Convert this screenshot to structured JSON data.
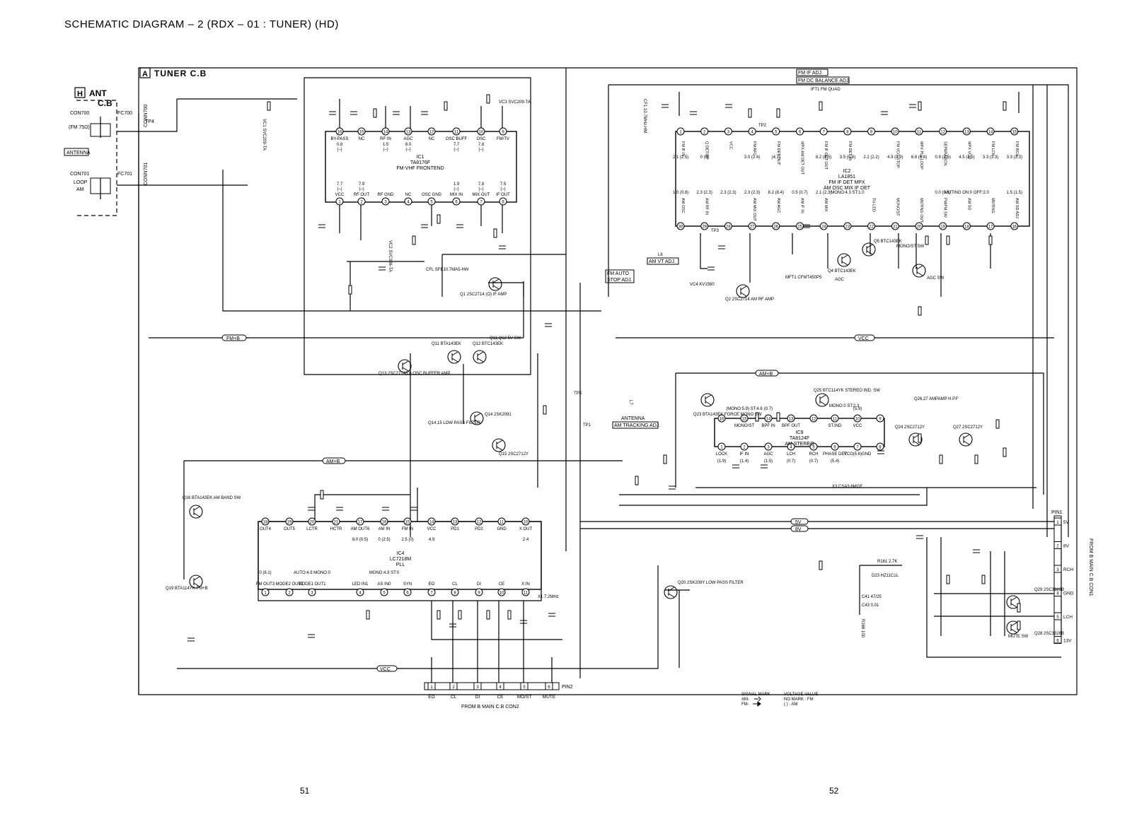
{
  "title": "SCHEMATIC DIAGRAM – 2 (RDX – 01 : TUNER) (HD)",
  "board_a": {
    "tag": "A",
    "name": "TUNER C.B"
  },
  "board_h": {
    "tag": "H",
    "name1": "ANT",
    "name2": "C.B"
  },
  "antenna": {
    "con700": "CON700",
    "fm75": "(FM 75Ω)",
    "antenna_label": "ANTENNA",
    "con701": "CON701",
    "loop": "LOOP",
    "am": "AM",
    "fc700": "FC700",
    "fc701": "FC701",
    "conn700": "CONN700",
    "conn701": "CONN701",
    "tp4": "TP4"
  },
  "ic1": {
    "ref": "IC1",
    "part": "TA8176F",
    "desc": "FM-VHF FRONTEND",
    "top_pins": [
      {
        "num": "16",
        "name": "BY-PASS",
        "v": "0.8",
        "v2": "(–)"
      },
      {
        "num": "15",
        "name": "NC",
        "v": "",
        "v2": ""
      },
      {
        "num": "14",
        "name": "RF IN",
        "v": "1.5",
        "v2": "(–)"
      },
      {
        "num": "13",
        "name": "AGC",
        "v": "8.0",
        "v2": "(–)"
      },
      {
        "num": "12",
        "name": "NC",
        "v": "",
        "v2": ""
      },
      {
        "num": "11",
        "name": "OSC BUFF",
        "v": "7.7",
        "v2": "(–)"
      },
      {
        "num": "10",
        "name": "OSC",
        "v": "7.8",
        "v2": "(–)"
      },
      {
        "num": "9",
        "name": "FM/TV",
        "v": "",
        "v2": ""
      }
    ],
    "bottom_pins": [
      {
        "num": "1",
        "name": "VCC",
        "v": "7.7",
        "v2": "(–)"
      },
      {
        "num": "2",
        "name": "RF OUT",
        "v": "7.9",
        "v2": "(–)"
      },
      {
        "num": "3",
        "name": "RF GND",
        "v": "",
        "v2": ""
      },
      {
        "num": "4",
        "name": "NC",
        "v": "",
        "v2": ""
      },
      {
        "num": "5",
        "name": "OSC GND",
        "v": "",
        "v2": ""
      },
      {
        "num": "6",
        "name": "MIX IN",
        "v": "1.9",
        "v2": "(–)"
      },
      {
        "num": "7",
        "name": "MIX OUT",
        "v": "7.8",
        "v2": "(–)"
      },
      {
        "num": "8",
        "name": "IF OUT",
        "v": "7.5",
        "v2": "(–)"
      }
    ]
  },
  "ic2": {
    "ref": "IC2",
    "part": "LA1851",
    "desc1": "FM IF DET MPX",
    "desc2": "AM OSC MIX IF DET",
    "top_pins": [
      "1",
      "2",
      "3",
      "4",
      "5",
      "6",
      "7",
      "8",
      "9",
      "10",
      "11",
      "12",
      "13",
      "14",
      "15"
    ],
    "bottom_pins": [
      "30",
      "29",
      "28",
      "27",
      "26",
      "25",
      "24",
      "23",
      "22",
      "21",
      "20",
      "19",
      "18",
      "17",
      "16"
    ],
    "top_names": [
      "FM IF IN",
      "Q DET/RF",
      "VCC",
      "FM AFC",
      "FM DET OUT",
      "MPX AM DET OUT",
      "FM IF DET OUT",
      "FM DET IN",
      "",
      "FM VCO STOP",
      "MPX PLL LOOP",
      "SEPARATION",
      "MPX VCO",
      "FM LCH",
      "FM RCH"
    ],
    "bottom_names": [
      "AM OSC",
      "AM RF IN",
      "",
      "AM MIX OUT",
      "AM AGC",
      "AM IF IN",
      "AM MIX",
      "",
      "TU-LED",
      "MONO/ST",
      "MUTING OUT",
      "FM/FM SW",
      "AM SD",
      "MUTING",
      "AM SD ADJ"
    ],
    "top_volts": [
      "2.1 (2.5)",
      "0 (0)",
      "",
      "3.0 (2.4)",
      "(4.7)",
      "",
      "8.2 (8.5)",
      "3.5 (0.8)",
      "2.2 (2.2)",
      "4.9 (4.9)",
      "6.8 (6.8)",
      "0.9 (2.5)",
      "4.5 (4.5)",
      "3.3 (3.3)",
      "3.3 (3.3)"
    ],
    "bottom_volts": [
      "1.0 (0.8)",
      "2.3 (2.3)",
      "2.3 (2.3)",
      "2.3 (2.3)",
      "8.2 (8.4)",
      "0.5 (0.7)",
      "2.1 (2.3)",
      "MONO:4.3 ST:1.0",
      "",
      "",
      "",
      "0.0 (0.5)",
      "MUTING ON:0 OFF:2.0",
      "",
      "1.5 (1.5)"
    ]
  },
  "ic4": {
    "ref": "IC4",
    "part": "LC7218M",
    "desc": "PLL",
    "top_pins": [
      {
        "num": "18",
        "name": "OUT4"
      },
      {
        "num": "19",
        "name": "OUT5"
      },
      {
        "num": "20",
        "name": "LCTR"
      },
      {
        "num": "21",
        "name": "HCTR"
      },
      {
        "num": "17",
        "name": "AM OUT6",
        "v": "8.0 (0.5)"
      },
      {
        "num": "16",
        "name": "AM IN",
        "v": "0 (2.5)"
      },
      {
        "num": "15",
        "name": "FM IN",
        "v": "2.5 (0)"
      },
      {
        "num": "14",
        "name": "VCC",
        "v": "4.9"
      },
      {
        "num": "13",
        "name": "PD1"
      },
      {
        "num": "12",
        "name": "PD2"
      },
      {
        "num": "11",
        "name": "GND"
      },
      {
        "num": "10",
        "name": "X OUT",
        "v": "2.4"
      }
    ],
    "bottom_pins": [
      {
        "num": "1",
        "name": "FM OUT3",
        "v": "0 (8.1)"
      },
      {
        "num": "2",
        "name": "MODE2 OUT2"
      },
      {
        "num": "3",
        "name": "MODE1 OUT1",
        "v": "AUTO:4.9 MONO:0"
      },
      {
        "num": "4",
        "name": "LED IN1"
      },
      {
        "num": "5",
        "name": "AS IN0",
        "v": "MONO:4.9 ST:0"
      },
      {
        "num": "6",
        "name": "SYN"
      },
      {
        "num": "7",
        "name": "EO"
      },
      {
        "num": "8",
        "name": "CL"
      },
      {
        "num": "9",
        "name": "DI"
      },
      {
        "num": "10",
        "name": "CE"
      },
      {
        "num": "11",
        "name": "X IN"
      }
    ]
  },
  "ic9": {
    "ref": "IC9",
    "part": "TA8124F",
    "desc": "AM STEREO",
    "top_pins": [
      "16",
      "15",
      "14",
      "13",
      "12",
      "11",
      "10",
      "9"
    ],
    "bottom_pins": [
      "1",
      "2",
      "3",
      "4",
      "5",
      "6",
      "7",
      "8"
    ],
    "top_names": [
      "",
      "MONO/ST",
      "BPF IN",
      "BPF OUT",
      "",
      "ST.IND",
      "VCC",
      ""
    ],
    "bottom_names": [
      "LOCK",
      "IF IN",
      "AGC",
      "LCH",
      "RCH",
      "PHASE DET",
      "VCO(5.6)GND",
      ""
    ],
    "top_volts": [
      "",
      "(MONO:5.9) ST:4.6",
      "(0.7)",
      "",
      "",
      "",
      "(5.9)",
      ""
    ],
    "bottom_volts": [
      "(1.9)",
      "(1.4)",
      "(1.5)",
      "(0.7)",
      "(0.7)",
      "(5.4)",
      "",
      ""
    ]
  },
  "adj_labels": {
    "fm_if": "FM IF ADJ.",
    "fm_bal": "FM DC BALANCE ADJ.",
    "am_vt": "AM VT ADJ.",
    "fm_auto": "FM AUTO",
    "stop_adj": "STOP ADJ.",
    "am_tracking": "AM TRACKING ADJ.",
    "antenna": "ANTENNA"
  },
  "parts": {
    "q1": "Q1 2SC2714 (O) IF AMP",
    "q2": "Q2 2SC2714 AM RF AMP",
    "q4": "Q4 BTC143EK",
    "q5": "Q5 BTC143EK",
    "q11": "Q11 BTA143EK",
    "q12": "Q12 BTC143EK",
    "q11_12": "Q11,Q12 5V SW",
    "q13": "Q13 2SC2714(O) OSC BUFFER AMP",
    "q14": "Q14 2SK2091",
    "q14_15": "Q14,15 LOW PASS FILTER",
    "q15": "Q15 2SC2712Y",
    "q16": "Q16 BTA143EK AM BAND SW",
    "q19": "Q19 BTA114YK FM+B",
    "q20": "Q20 2SK209Y LOW PASS FILTER",
    "q23": "Q23 BTA143EK FORCE MONO SW",
    "q25": "Q25 BTC114YK STEREO IND. SW",
    "q26_27": "Q26,27 AMPAMP H.P.F",
    "q24": "Q24 2SC2712Y",
    "q27": "Q27 2SC2712Y",
    "q28": "Q28 2SC3326B",
    "q29": "Q29 2SC3326B",
    "mute_sw": "MUTE SW",
    "cf1": "CF1 10.7MHz-HM",
    "cfl": "CFL SFE10.7MA5-HW",
    "mft1": "MFT1 CFMT450P5",
    "vc4": "VC4 KV1560",
    "vc1": "VC1 SVC209-TA",
    "vc2": "VC2 SVC306-TA",
    "vc3": "VC3 SVC209-TA",
    "ift1": "IFT1 FM QUAD",
    "l6": "L6",
    "l7": "L7",
    "x3": "X3 CSA3.6MGF",
    "x1": "X1 7.2MHz",
    "d23": "D23 HZ11C1L",
    "c41": "C41 47/25",
    "c43": "C43 0.01",
    "r161": "R161 2.7K",
    "r166": "R166 100",
    "agc": "AGC",
    "agc_sw": "AGC SW",
    "mono_st_sw": "MONO/ST SW",
    "mono_st": "MONO:0 ST:2.3",
    "tp1": "TP1",
    "tp2": "TP2",
    "tp3": "TP3",
    "tp5": "TP5"
  },
  "buses": {
    "fmb": "FM+B",
    "vcc": "VCC",
    "amb": "AM+B",
    "v5": "5V",
    "v8": "8V"
  },
  "main_con1": {
    "pins": [
      {
        "num": "1",
        "name": "5V"
      },
      {
        "num": "2",
        "name": "8V"
      },
      {
        "num": "3",
        "name": "RCH"
      },
      {
        "num": "4",
        "name": "GND"
      },
      {
        "num": "5",
        "name": "LCH"
      },
      {
        "num": "6",
        "name": "13V"
      }
    ],
    "label": "FROM B MAIN C.B CON1",
    "pin1": "PIN1"
  },
  "main_con2": {
    "pins": [
      {
        "num": "1",
        "name": "EO"
      },
      {
        "num": "2",
        "name": "CL"
      },
      {
        "num": "3",
        "name": "DI"
      },
      {
        "num": "4",
        "name": "CE"
      },
      {
        "num": "5",
        "name": "MO/ST"
      },
      {
        "num": "6",
        "name": "MUTE"
      }
    ],
    "label": "FROM B MAIN C.B CON2",
    "pin2": "PIN2"
  },
  "legend": {
    "signal_mark": "SIGNAL MARK",
    "voltage_value": "VOLTAGE VALUE",
    "am": "AM-",
    "fm": "FM-",
    "no_mark": "NO MARK : FM",
    "paren": "(   ) : AM"
  },
  "page_left": "51",
  "page_right": "52"
}
